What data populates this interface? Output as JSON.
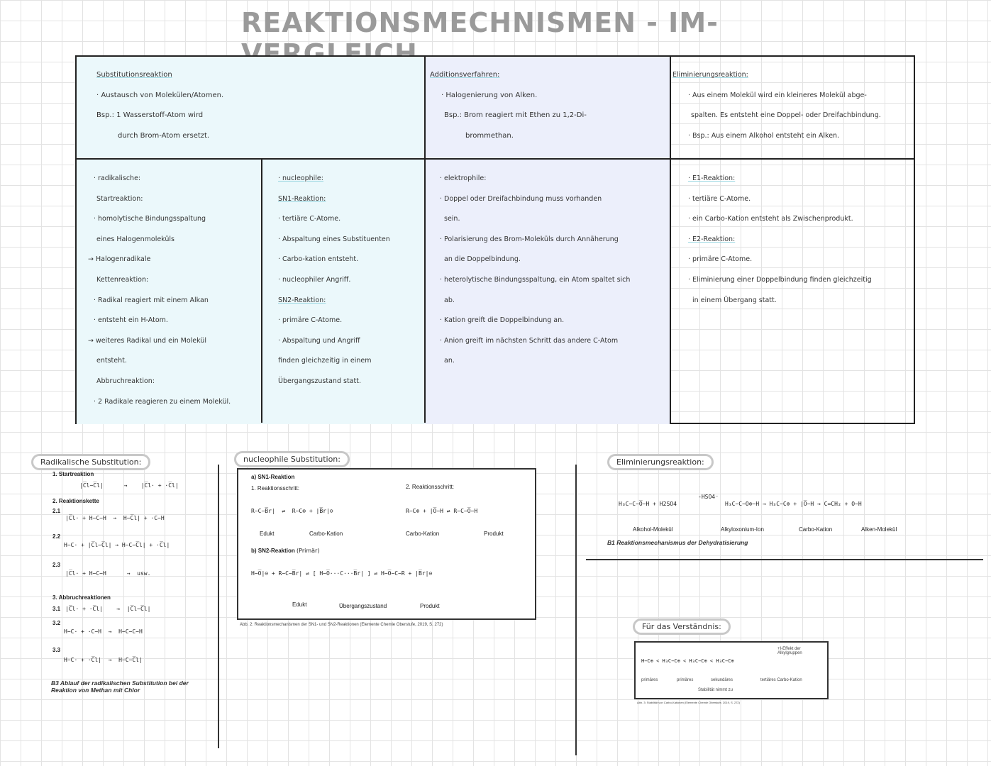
{
  "title": "REAKTIONSMECHNISMEN - IM-VERGLEICH",
  "table": {
    "substitution": {
      "heading": "Substitutionsreaktion",
      "lines": [
        "· Austausch von Molekülen/Atomen.",
        "Bsp.: 1 Wasserstoff-Atom wird",
        "durch Brom-Atom ersetzt."
      ]
    },
    "addition": {
      "heading": "Additionsverfahren:",
      "lines": [
        "· Halogenierung von Alken.",
        "Bsp.: Brom reagiert mit Ethen zu 1,2-Di-",
        "brommethan."
      ]
    },
    "elimination": {
      "heading": "Eliminierungsreaktion:",
      "lines": [
        "· Aus einem Molekül wird ein kleineres Molekül abge-",
        "spalten. Es entsteht eine Doppel- oder Dreifachbindung.",
        "· Bsp.: Aus einem Alkohol entsteht ein Alken."
      ]
    },
    "radical": {
      "lines": [
        "· radikalische:",
        "Startreaktion:",
        "· homolytische Bindungsspaltung",
        "eines Halogenmoleküls",
        "→ Halogenradikale",
        "Kettenreaktion:",
        "· Radikal reagiert mit einem Alkan",
        "· entsteht ein H-Atom.",
        "→ weiteres Radikal und ein Molekül",
        "entsteht.",
        "Abbruchreaktion:",
        "· 2 Radikale reagieren zu einem Molekül."
      ]
    },
    "nucleophil": {
      "lines": [
        "· nucleophile:",
        "SN1-Reaktion:",
        "· tertiäre C-Atome.",
        "· Abspaltung eines Substituenten",
        "· Carbo-kation entsteht.",
        "· nucleophiler Angriff.",
        "SN2-Reaktion:",
        "· primäre C-Atome.",
        "· Abspaltung und Angriff",
        "finden gleichzeitig in einem",
        "Übergangszustand statt."
      ]
    },
    "electrophil": {
      "lines": [
        "· elektrophile:",
        "· Doppel oder Dreifachbindung muss vorhanden",
        "sein.",
        "· Polarisierung des Brom-Moleküls durch Annäherung",
        "an die Doppelbindung.",
        "· heterolytische Bindungsspaltung, ein Atom spaltet sich",
        "ab.",
        "· Kation greift die Doppelbindung an.",
        "· Anion greift im nächsten Schritt das andere C-Atom",
        "an."
      ]
    },
    "e1e2": {
      "lines": [
        "· E1-Reaktion:",
        "· tertiäre C-Atome.",
        "· ein Carbo-Kation entsteht als Zwischenprodukt.",
        "· E2-Reaktion:",
        "· primäre C-Atome.",
        "· Eliminierung einer Doppelbindung finden gleichzeitig",
        "in einem Übergang statt."
      ]
    }
  },
  "fig_radical": {
    "heading": "Radikalische Substitution:",
    "step1": "1. Startreaktion",
    "step2": "2. Reaktionskette",
    "step3": "3. Abbruchreaktionen",
    "labels": [
      "2.1",
      "2.2",
      "2.3",
      "3.1",
      "3.2",
      "3.3"
    ],
    "usw": "usw.",
    "caption": "B3 Ablauf der radikalischen Substitution bei der Reaktion von Methan mit Chlor"
  },
  "fig_nucleo": {
    "heading": "nucleophile Substitution:",
    "sn1": "a) SN1-Reaktion",
    "step1": "1. Reaktionsschritt:",
    "step2": "2. Reaktionsschritt:",
    "sn2": "b) SN2-Reaktion",
    "sn2_note": "(Primär)",
    "edukt": "Edukt",
    "carbokation": "Carbo-Kation",
    "produkt": "Produkt",
    "uebergang": "Übergangszustand",
    "caption": "Abb. 2: Reaktionsmechanismen der SN1- und SN2-Reaktionen (Elemente Chemie Oberstufe, 2019, S. 272)"
  },
  "fig_elim": {
    "heading": "Eliminierungsreaktion:",
    "reagent": "+ H2SO4",
    "minus": "-HSO4⁻",
    "labels": [
      "Alkohol-Molekül",
      "Alkyloxonium-Ion",
      "Carbo-Kation",
      "Alken-Molekül"
    ],
    "caption": "B1 Reaktionsmechanismus der Dehydratisierung"
  },
  "fig_understand": {
    "heading": "Für das Verständnis:",
    "labels": [
      "primäres",
      "primäres",
      "sekundäres",
      "tertiäres Carbo-Kation"
    ],
    "effect": "+I-Effekt der Alkylgruppen",
    "stability": "Stabilität nimmt zu",
    "caption": "Abb. 3: Stabilität von Carbo-Kationen (Elemente Chemie Oberstufe, 2019, S. 272)"
  }
}
